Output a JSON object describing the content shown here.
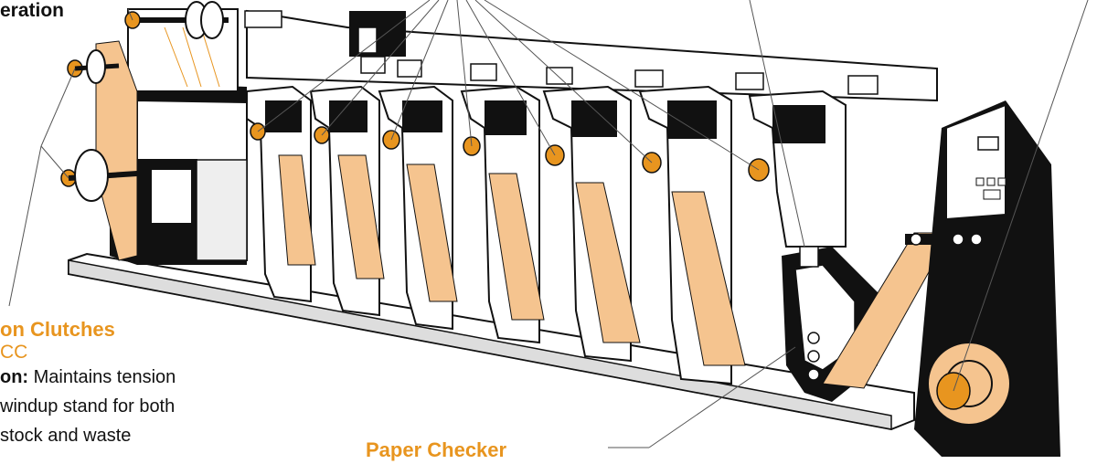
{
  "labels": {
    "operation_partial": "eration",
    "clutches_title": "on Clutches",
    "clutches_sub": "CC",
    "clutches_desc_head": "on:",
    "clutches_desc_text": " Maintains tension",
    "clutches_desc_line2": "windup stand for both",
    "clutches_desc_line3": "stock and waste",
    "paper_checker": "Paper Checker"
  },
  "colors": {
    "accent_orange": "#e8951f",
    "web_tan": "#f5c48f",
    "machine_black": "#111111",
    "panel_white": "#ffffff",
    "line_gray": "#555555"
  }
}
